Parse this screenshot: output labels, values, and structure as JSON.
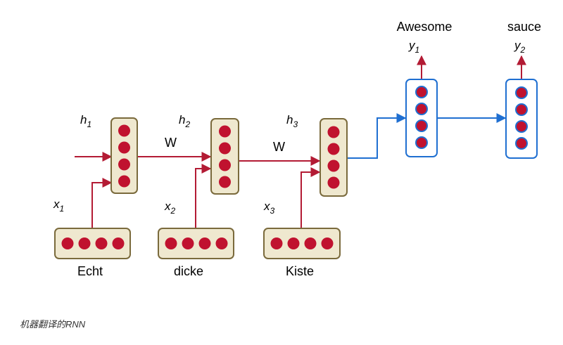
{
  "colors": {
    "encoder_box_fill": "#efe8cf",
    "encoder_box_stroke": "#7a6a3c",
    "encoder_neuron": "#c0122f",
    "encoder_arrow": "#b31b34",
    "decoder_box_fill": "#ffffff",
    "decoder_box_stroke": "#1f6fd1",
    "decoder_neuron_fill": "#c0122f",
    "decoder_neuron_ring": "#1f6fd1",
    "decoder_arrow": "#1f6fd1"
  },
  "labels": {
    "h1": {
      "base": "h",
      "sub": "1"
    },
    "h2": {
      "base": "h",
      "sub": "2"
    },
    "h3": {
      "base": "h",
      "sub": "3"
    },
    "w1": "W",
    "w2": "W",
    "x1": {
      "base": "x",
      "sub": "1"
    },
    "x2": {
      "base": "x",
      "sub": "2"
    },
    "x3": {
      "base": "x",
      "sub": "3"
    },
    "y1": {
      "base": "y",
      "sub": "1"
    },
    "y2": {
      "base": "y",
      "sub": "2"
    }
  },
  "inputs": [
    "Echt",
    "dicke",
    "Kiste"
  ],
  "outputs": [
    "Awesome",
    "sauce"
  ],
  "caption": "机器翻译的RNN"
}
